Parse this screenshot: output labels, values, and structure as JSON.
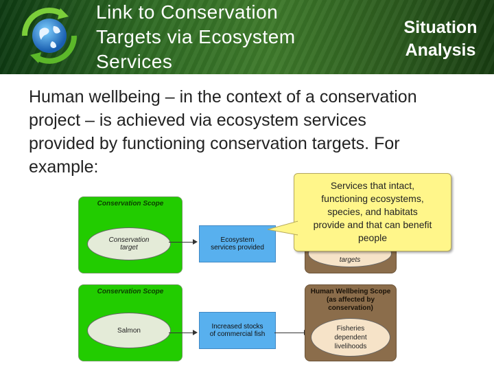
{
  "header": {
    "title_lines": [
      "Link to Conservation",
      "Targets via Ecosystem",
      "Services"
    ],
    "section_lines": [
      "Situation",
      "Analysis"
    ],
    "logo_icon": "globe-recycle-logo"
  },
  "body": {
    "lines": [
      "Human wellbeing – in the context of a conservation",
      "project – is achieved via ecosystem services",
      "provided by functioning conservation targets.  For",
      "example:"
    ]
  },
  "diagram": {
    "top": {
      "scope_title": "Conservation Scope",
      "target_lines": [
        "Conservation",
        "target"
      ],
      "service_lines": [
        "Ecosystem",
        "services provided"
      ],
      "wellbeing_partial": "targets"
    },
    "bottom": {
      "scope_title": "Conservation Scope",
      "target": "Salmon",
      "service_lines": [
        "Increased stocks",
        "of commercial fish"
      ],
      "wellbeing_title_lines": [
        "Human Wellbeing Scope",
        "(as affected by",
        "conservation)"
      ],
      "wellbeing_target_lines": [
        "Fisheries",
        "dependent",
        "livelihoods"
      ]
    }
  },
  "callout": {
    "lines": [
      "Services that intact,",
      "functioning ecosystems,",
      "species, and habitats",
      "provide and that can benefit",
      "people"
    ]
  },
  "colors": {
    "scope_green": "#22cc00",
    "scope_brown": "#8b6d4b",
    "service_blue": "#58b0ee",
    "callout_yellow": "#fff68a"
  }
}
